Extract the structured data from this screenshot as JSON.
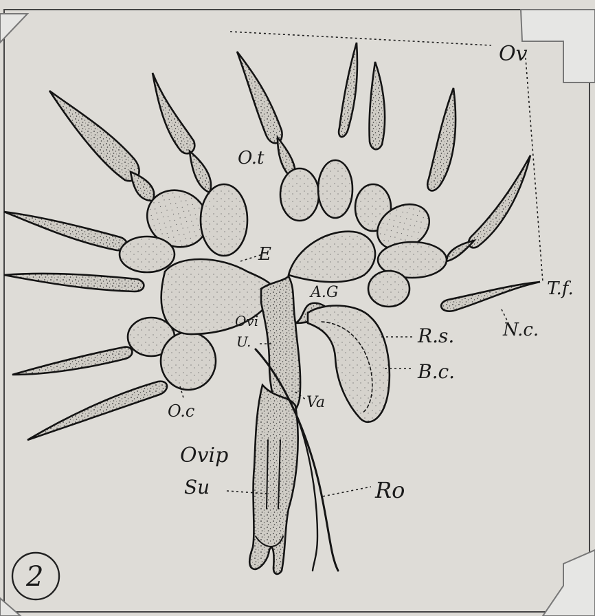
{
  "figure": {
    "number": "2",
    "colors": {
      "paper": "#dedcd7",
      "ink": "#151515",
      "stipple_fill": "#c9c6bf",
      "corner": "#e6e6e4"
    },
    "labels": {
      "ov": "Ov",
      "ot": "O.t",
      "e": "E",
      "ag": "A.G",
      "tf": "T.f.",
      "nc": "N.c.",
      "rs": "R.s.",
      "bc": "B.c.",
      "ovi": "Ovi",
      "u": "U.",
      "va": "Va",
      "oc": "O.c",
      "ovip": "Ovip",
      "su": "Su",
      "ro": "Ro"
    }
  }
}
